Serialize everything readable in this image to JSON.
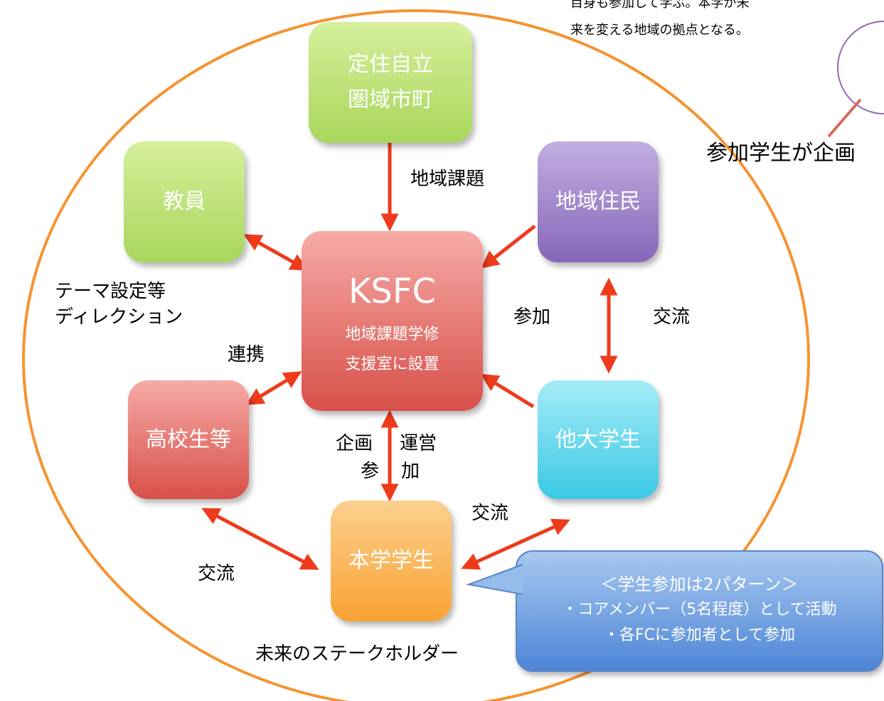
{
  "colors": {
    "arrow": "#ee3b1c",
    "circle": "#f59432",
    "green": "#b9e07a",
    "purple": "#9e84c8",
    "red": "#e8716b",
    "cyan": "#6fd9ee",
    "orange": "#f9b45a",
    "callout": "#6fa3e3"
  },
  "boxes": {
    "teiju": {
      "line1": "定住自立",
      "line2": "圏域市町"
    },
    "kyoin": "教員",
    "chiiki_jumin": "地域住民",
    "ksfc": {
      "title": "KSFC",
      "line1": "地域課題学修",
      "line2": "支援室に設置"
    },
    "koukousei": "高校生等",
    "tadai": "他大学生",
    "honggaku": "本学学生"
  },
  "labels": {
    "chiiki_kadai": "地域課題",
    "theme_1": "テーマ設定等",
    "theme_2": "ディレクション",
    "renkei": "連携",
    "sanka": "参加",
    "koryu_right": "交流",
    "kikaku": "企画",
    "unei": "運営",
    "san": "参",
    "ka": "加",
    "koryu_bottom_right": "交流",
    "koryu_bottom_left": "交流",
    "stakeholder": "未来のステークホルダー"
  },
  "top_note": {
    "line1": "目身も参加して学ぶ。本学が未",
    "line2": "来を変える地域の拠点となる。"
  },
  "right_heading": "参加学生が企画",
  "callout": {
    "title": "＜学生参加は2パターン＞",
    "item1": "・コアメンバー（5名程度）として活動",
    "item2": "・各FCに参加者として参加"
  }
}
